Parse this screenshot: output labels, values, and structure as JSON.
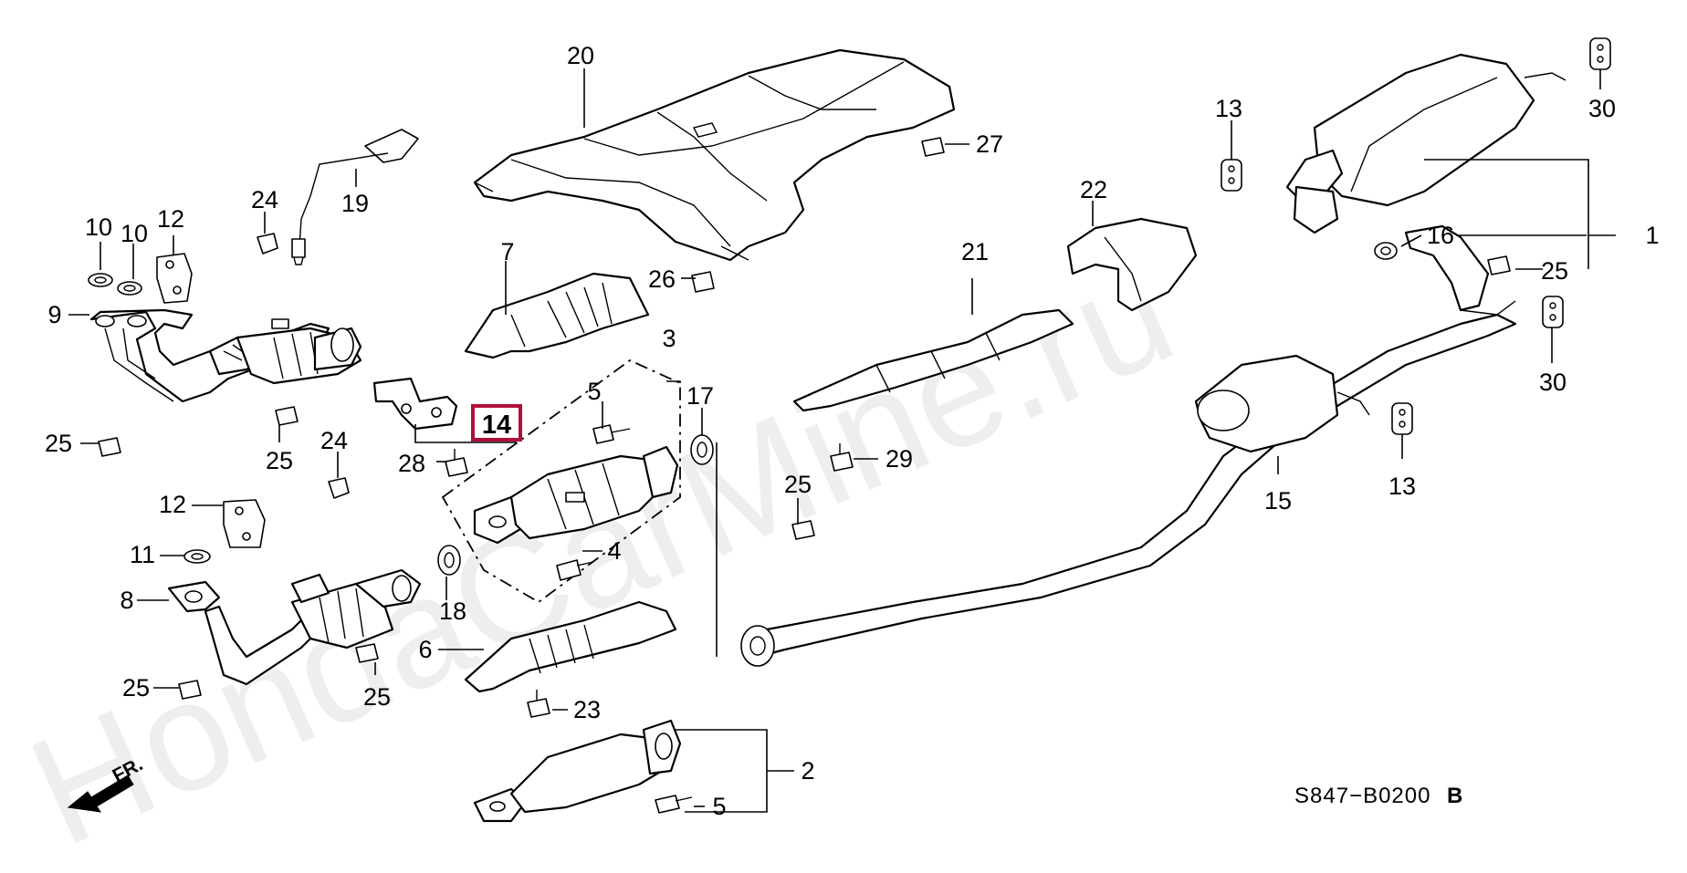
{
  "watermark": "HondaCarMine.ru",
  "diagram_code": "S847−B0200",
  "diagram_revision": "B",
  "front_indicator": "FR.",
  "highlighted_part": "14",
  "callouts": {
    "c1": "1",
    "c2": "2",
    "c3": "3",
    "c4": "4",
    "c5a": "5",
    "c5b": "5",
    "c6": "6",
    "c7": "7",
    "c8": "8",
    "c9": "9",
    "c10a": "10",
    "c10b": "10",
    "c11": "11",
    "c12a": "12",
    "c12b": "12",
    "c13a": "13",
    "c13b": "13",
    "c15": "15",
    "c16": "16",
    "c17": "17",
    "c18": "18",
    "c19": "19",
    "c20": "20",
    "c21": "21",
    "c22": "22",
    "c23": "23",
    "c24a": "24",
    "c24b": "24",
    "c25a": "25",
    "c25b": "25",
    "c25c": "25",
    "c25d": "25",
    "c25e": "25",
    "c25f": "25",
    "c26": "26",
    "c27": "27",
    "c28": "28",
    "c29": "29",
    "c30a": "30",
    "c30b": "30"
  }
}
